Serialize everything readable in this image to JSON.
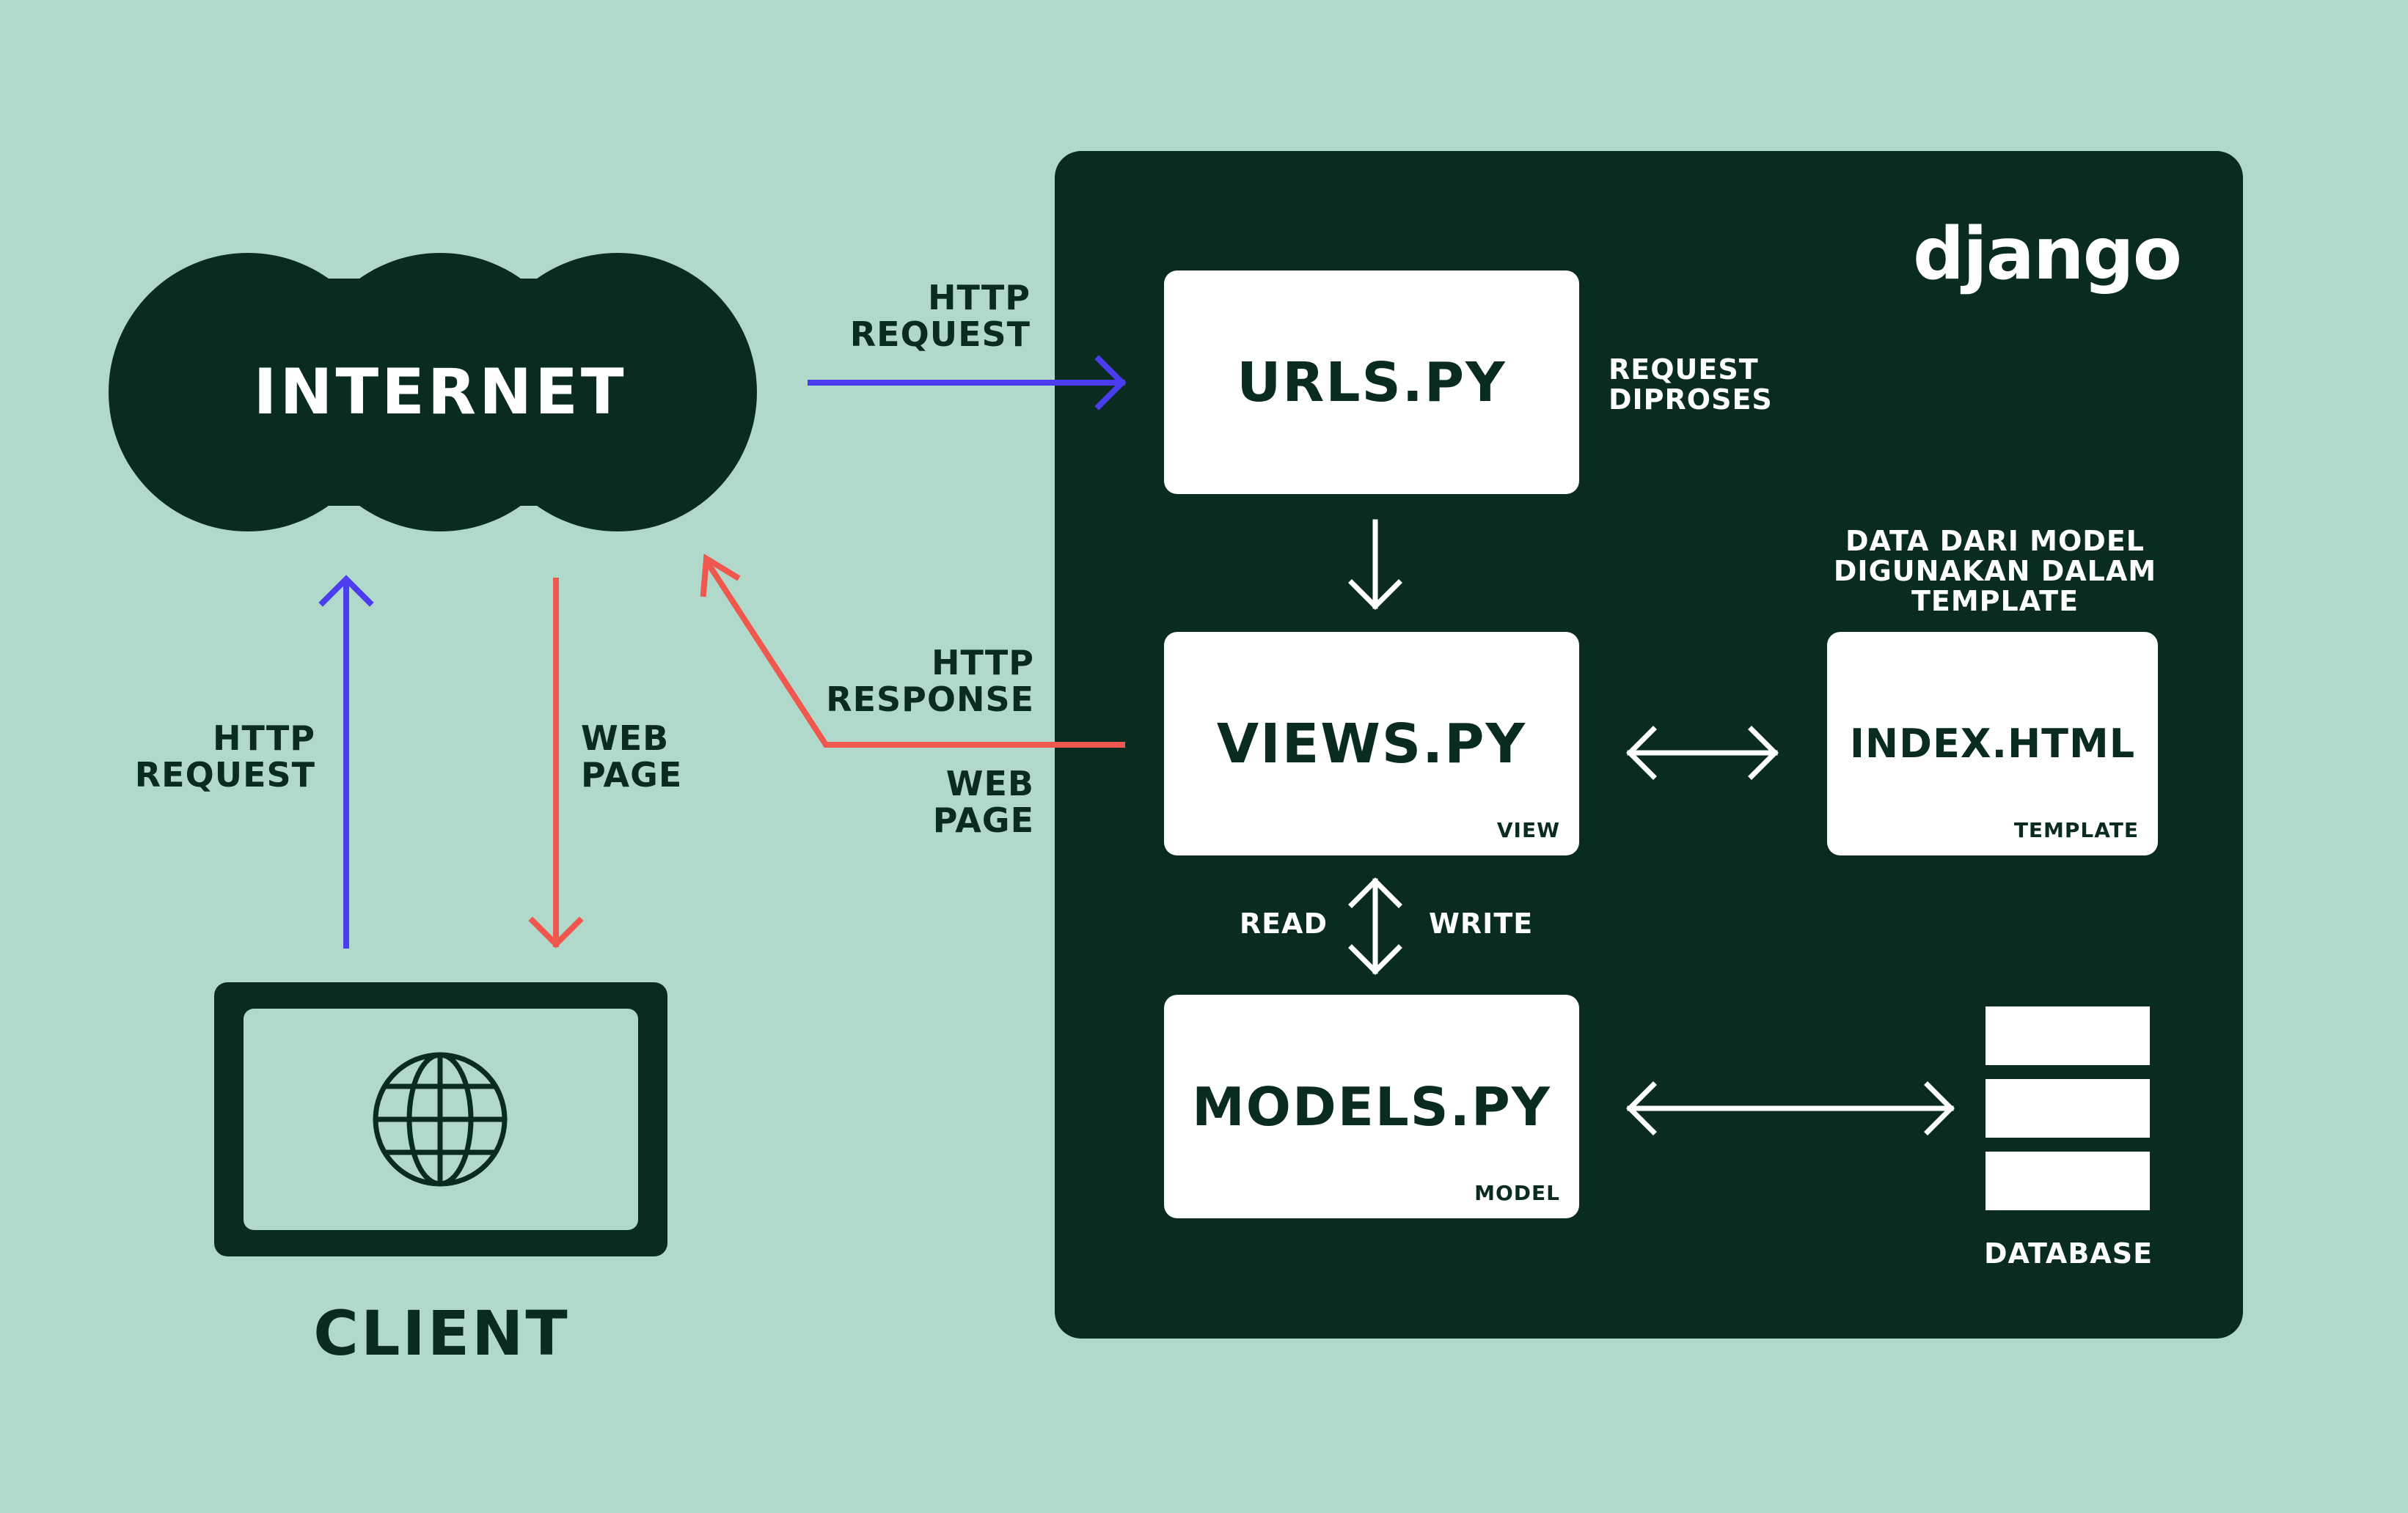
{
  "internet": {
    "label": "INTERNET"
  },
  "client": {
    "label": "CLIENT"
  },
  "brand": {
    "logo_text": "django"
  },
  "cards": {
    "urls": {
      "label": "URLS.PY"
    },
    "views": {
      "label": "VIEWS.PY",
      "tag": "VIEW"
    },
    "models": {
      "label": "MODELS.PY",
      "tag": "MODEL"
    },
    "index": {
      "label": "INDEX.HTML",
      "tag": "TEMPLATE"
    }
  },
  "labels": {
    "http_request_left": [
      "HTTP",
      "REQUEST"
    ],
    "web_page_left": [
      "WEB",
      "PAGE"
    ],
    "http_request_top": [
      "HTTP",
      "REQUEST"
    ],
    "http_response": [
      "HTTP",
      "RESPONSE"
    ],
    "web_page_mid": [
      "WEB",
      "PAGE"
    ],
    "request_diproses": [
      "REQUEST",
      "DIPROSES"
    ],
    "data_dari_model": [
      "DATA DARI MODEL",
      "DIGUNAKAN DALAM",
      "TEMPLATE"
    ],
    "read": "READ",
    "write": "WRITE",
    "database": "DATABASE"
  },
  "colors": {
    "background": "#b1d9cb",
    "dark": "#0a2c20",
    "request_arrow": "#4b3cf0",
    "response_arrow": "#f0584e",
    "white": "#ffffff"
  }
}
